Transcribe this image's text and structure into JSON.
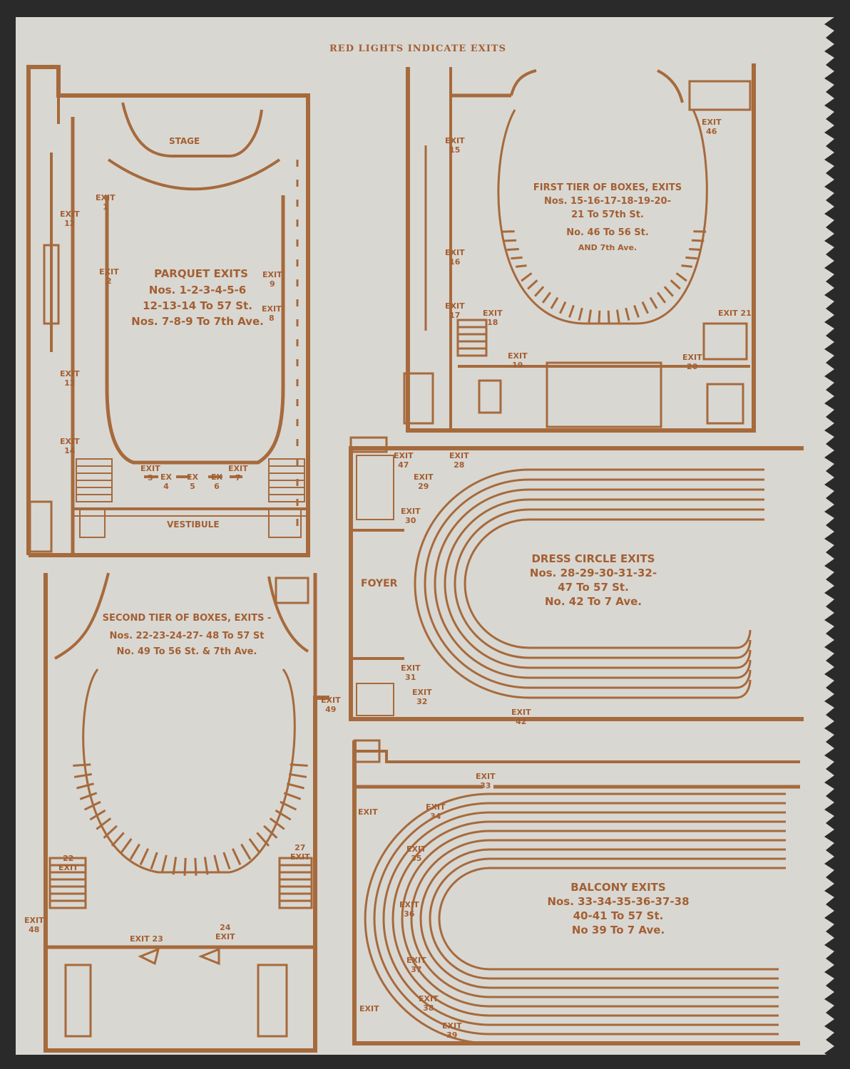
{
  "header": "RED LIGHTS INDICATE EXITS",
  "parquet": {
    "stage": "STAGE",
    "vestibule": "VESTIBULE",
    "title": "PARQUET EXITS",
    "line1": "Nos. 1-2-3-4-5-6",
    "line2": "12-13-14 To 57 St.",
    "line3": "Nos. 7-8-9 To 7th Ave.",
    "exits": {
      "e1": "EXIT\n1",
      "e2": "EXIT\n2",
      "e3": "EXIT\n3",
      "e4": "EX\n4",
      "e5": "EX\n5",
      "e6": "EX\n6",
      "e7": "EXIT\n7",
      "e8": "EXIT\n8",
      "e9": "EXIT\n9",
      "e12": "EXIT\n12",
      "e13": "EXIT\n13",
      "e14": "EXIT\n14"
    }
  },
  "first_tier": {
    "title": "FIRST TIER OF BOXES, EXITS",
    "line1": "Nos. 15-16-17-18-19-20-",
    "line2": "21 To 57th St.",
    "line3": "No. 46 To 56 St.",
    "line4": "AND 7th Ave.",
    "exits": {
      "e15": "EXIT\n15",
      "e16": "EXIT\n16",
      "e17": "EXIT\n17",
      "e18": "EXIT\n18",
      "e19": "EXIT\n19",
      "e20": "EXIT\n20",
      "e21": "EXIT 21",
      "e46": "EXIT\n46"
    }
  },
  "second_tier": {
    "title": "SECOND TIER OF BOXES, EXITS -",
    "line1": "Nos. 22-23-24-27- 48 To 57 St",
    "line2": "No. 49 To 56 St. & 7th Ave.",
    "exits": {
      "e22": "22\nEXIT",
      "e23": "EXIT 23",
      "e24": "24\nEXIT",
      "e27": "27\nEXIT",
      "e48": "EXIT\n48",
      "e49": "EXIT\n49"
    }
  },
  "dress_circle": {
    "foyer": "FOYER",
    "title": "DRESS CIRCLE EXITS",
    "line1": "Nos. 28-29-30-31-32-",
    "line2": "47 To 57 St.",
    "line3": "No. 42 To 7 Ave.",
    "exits": {
      "e47": "EXIT\n47",
      "e28": "EXIT\n28",
      "e29": "EXIT\n29",
      "e30": "EXIT\n30",
      "e31": "EXIT\n31",
      "e32": "EXIT\n32",
      "e42": "EXIT\n42"
    }
  },
  "balcony": {
    "title": "BALCONY EXITS",
    "line1": "Nos. 33-34-35-36-37-38",
    "line2": "40-41 To 57 St.",
    "line3": "No 39 To 7 Ave.",
    "exits": {
      "e33": "EXIT\n33",
      "e34": "EXIT\n34",
      "e35": "EXIT\n35",
      "e36": "EXIT\n36",
      "e37": "EXIT\n37",
      "e38": "EXIT\n38",
      "e39": "EXIT\n39",
      "eL1": "EXIT",
      "eL2": "EXIT"
    }
  },
  "colors": {
    "ink": "#a66a3c",
    "paper": "#d9d7d2"
  }
}
